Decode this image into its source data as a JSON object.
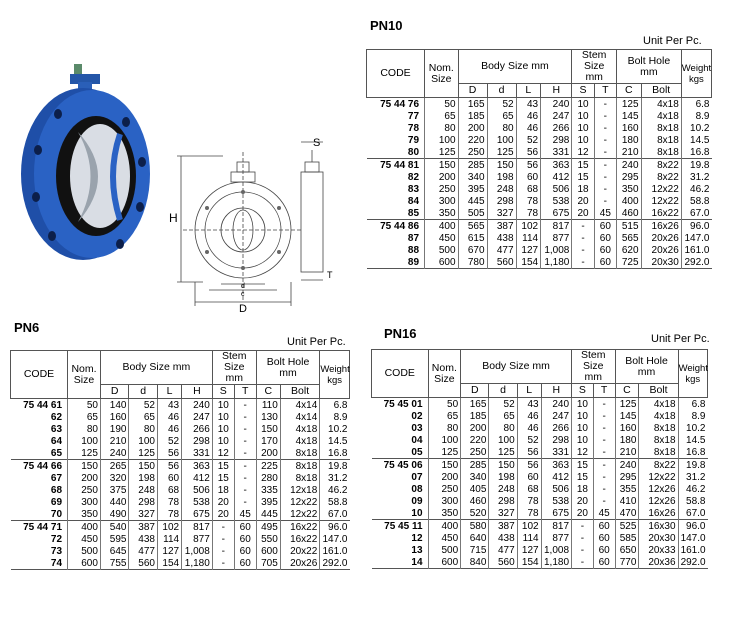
{
  "headers": {
    "code": "CODE",
    "nom_size": [
      "Nom.",
      "Size"
    ],
    "body_size": "Body Size mm",
    "stem_size": [
      "Stem Size",
      "mm"
    ],
    "bolt_hole": [
      "Bolt Hole",
      "mm"
    ],
    "weight": [
      "Weight",
      "kgs"
    ],
    "sub": [
      "D",
      "d",
      "L",
      "H",
      "S",
      "T",
      "C",
      "Bolt"
    ]
  },
  "drawing_labels": {
    "S": "S",
    "T": "T",
    "H": "H",
    "D": "D",
    "d": "d",
    "c": "c"
  },
  "tables": {
    "pn10": {
      "title": "PN10",
      "unit": "Unit Per Pc.",
      "rows": [
        [
          "75 44 76",
          "50",
          "165",
          "52",
          "43",
          "240",
          "10",
          "-",
          "125",
          "4x18",
          "6.8"
        ],
        [
          "77",
          "65",
          "185",
          "65",
          "46",
          "247",
          "10",
          "-",
          "145",
          "4x18",
          "8.9"
        ],
        [
          "78",
          "80",
          "200",
          "80",
          "46",
          "266",
          "10",
          "-",
          "160",
          "8x18",
          "10.2"
        ],
        [
          "79",
          "100",
          "220",
          "100",
          "52",
          "298",
          "10",
          "-",
          "180",
          "8x18",
          "14.5"
        ],
        [
          "80",
          "125",
          "250",
          "125",
          "56",
          "331",
          "12",
          "-",
          "210",
          "8x18",
          "16.8"
        ],
        [
          "75 44 81",
          "150",
          "285",
          "150",
          "56",
          "363",
          "15",
          "-",
          "240",
          "8x22",
          "19.8"
        ],
        [
          "82",
          "200",
          "340",
          "198",
          "60",
          "412",
          "15",
          "-",
          "295",
          "8x22",
          "31.2"
        ],
        [
          "83",
          "250",
          "395",
          "248",
          "68",
          "506",
          "18",
          "-",
          "350",
          "12x22",
          "46.2"
        ],
        [
          "84",
          "300",
          "445",
          "298",
          "78",
          "538",
          "20",
          "-",
          "400",
          "12x22",
          "58.8"
        ],
        [
          "85",
          "350",
          "505",
          "327",
          "78",
          "675",
          "20",
          "45",
          "460",
          "16x22",
          "67.0"
        ],
        [
          "75 44 86",
          "400",
          "565",
          "387",
          "102",
          "817",
          "-",
          "60",
          "515",
          "16x26",
          "96.0"
        ],
        [
          "87",
          "450",
          "615",
          "438",
          "114",
          "877",
          "-",
          "60",
          "565",
          "20x26",
          "147.0"
        ],
        [
          "88",
          "500",
          "670",
          "477",
          "127",
          "1,008",
          "-",
          "60",
          "620",
          "20x26",
          "161.0"
        ],
        [
          "89",
          "600",
          "780",
          "560",
          "154",
          "1,180",
          "-",
          "60",
          "725",
          "20x30",
          "292.0"
        ]
      ]
    },
    "pn6": {
      "title": "PN6",
      "unit": "Unit Per Pc.",
      "rows": [
        [
          "75 44 61",
          "50",
          "140",
          "52",
          "43",
          "240",
          "10",
          "-",
          "110",
          "4x14",
          "6.8"
        ],
        [
          "62",
          "65",
          "160",
          "65",
          "46",
          "247",
          "10",
          "-",
          "130",
          "4x14",
          "8.9"
        ],
        [
          "63",
          "80",
          "190",
          "80",
          "46",
          "266",
          "10",
          "-",
          "150",
          "4x18",
          "10.2"
        ],
        [
          "64",
          "100",
          "210",
          "100",
          "52",
          "298",
          "10",
          "-",
          "170",
          "4x18",
          "14.5"
        ],
        [
          "65",
          "125",
          "240",
          "125",
          "56",
          "331",
          "12",
          "-",
          "200",
          "8x18",
          "16.8"
        ],
        [
          "75 44 66",
          "150",
          "265",
          "150",
          "56",
          "363",
          "15",
          "-",
          "225",
          "8x18",
          "19.8"
        ],
        [
          "67",
          "200",
          "320",
          "198",
          "60",
          "412",
          "15",
          "-",
          "280",
          "8x18",
          "31.2"
        ],
        [
          "68",
          "250",
          "375",
          "248",
          "68",
          "506",
          "18",
          "-",
          "335",
          "12x18",
          "46.2"
        ],
        [
          "69",
          "300",
          "440",
          "298",
          "78",
          "538",
          "20",
          "-",
          "395",
          "12x22",
          "58.8"
        ],
        [
          "70",
          "350",
          "490",
          "327",
          "78",
          "675",
          "20",
          "45",
          "445",
          "12x22",
          "67.0"
        ],
        [
          "75 44 71",
          "400",
          "540",
          "387",
          "102",
          "817",
          "-",
          "60",
          "495",
          "16x22",
          "96.0"
        ],
        [
          "72",
          "450",
          "595",
          "438",
          "114",
          "877",
          "-",
          "60",
          "550",
          "16x22",
          "147.0"
        ],
        [
          "73",
          "500",
          "645",
          "477",
          "127",
          "1,008",
          "-",
          "60",
          "600",
          "20x22",
          "161.0"
        ],
        [
          "74",
          "600",
          "755",
          "560",
          "154",
          "1,180",
          "-",
          "60",
          "705",
          "20x26",
          "292.0"
        ]
      ]
    },
    "pn16": {
      "title": "PN16",
      "unit": "Unit Per Pc.",
      "rows": [
        [
          "75 45 01",
          "50",
          "165",
          "52",
          "43",
          "240",
          "10",
          "-",
          "125",
          "4x18",
          "6.8"
        ],
        [
          "02",
          "65",
          "185",
          "65",
          "46",
          "247",
          "10",
          "-",
          "145",
          "4x18",
          "8.9"
        ],
        [
          "03",
          "80",
          "200",
          "80",
          "46",
          "266",
          "10",
          "-",
          "160",
          "8x18",
          "10.2"
        ],
        [
          "04",
          "100",
          "220",
          "100",
          "52",
          "298",
          "10",
          "-",
          "180",
          "8x18",
          "14.5"
        ],
        [
          "05",
          "125",
          "250",
          "125",
          "56",
          "331",
          "12",
          "-",
          "210",
          "8x18",
          "16.8"
        ],
        [
          "75 45 06",
          "150",
          "285",
          "150",
          "56",
          "363",
          "15",
          "-",
          "240",
          "8x22",
          "19.8"
        ],
        [
          "07",
          "200",
          "340",
          "198",
          "60",
          "412",
          "15",
          "-",
          "295",
          "12x22",
          "31.2"
        ],
        [
          "08",
          "250",
          "405",
          "248",
          "68",
          "506",
          "18",
          "-",
          "355",
          "12x26",
          "46.2"
        ],
        [
          "09",
          "300",
          "460",
          "298",
          "78",
          "538",
          "20",
          "-",
          "410",
          "12x26",
          "58.8"
        ],
        [
          "10",
          "350",
          "520",
          "327",
          "78",
          "675",
          "20",
          "45",
          "470",
          "16x26",
          "67.0"
        ],
        [
          "75 45 11",
          "400",
          "580",
          "387",
          "102",
          "817",
          "-",
          "60",
          "525",
          "16x30",
          "96.0"
        ],
        [
          "12",
          "450",
          "640",
          "438",
          "114",
          "877",
          "-",
          "60",
          "585",
          "20x30",
          "147.0"
        ],
        [
          "13",
          "500",
          "715",
          "477",
          "127",
          "1,008",
          "-",
          "60",
          "650",
          "20x33",
          "161.0"
        ],
        [
          "14",
          "600",
          "840",
          "560",
          "154",
          "1,180",
          "-",
          "60",
          "770",
          "20x36",
          "292.0"
        ]
      ]
    }
  }
}
